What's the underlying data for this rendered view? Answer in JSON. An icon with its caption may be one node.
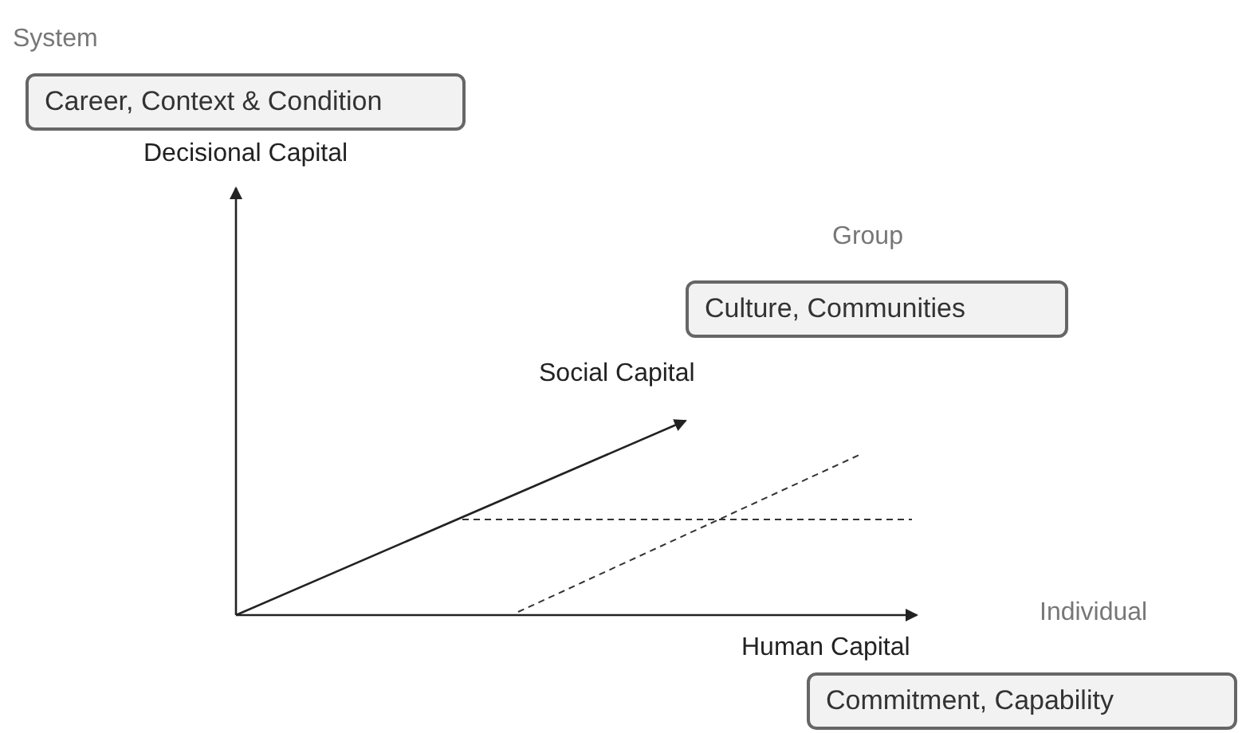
{
  "diagram": {
    "nodes": [
      {
        "text": [
          "System",
          "Career, Context & Condition"
        ]
      },
      {
        "text": [
          "Group",
          "Culture, Communities"
        ]
      },
      {
        "text": [
          "Individual",
          "Commitment, Capability"
        ]
      }
    ],
    "labels": [
      "Decisional Capital",
      "Social Capital",
      "Human Capital"
    ]
  }
}
